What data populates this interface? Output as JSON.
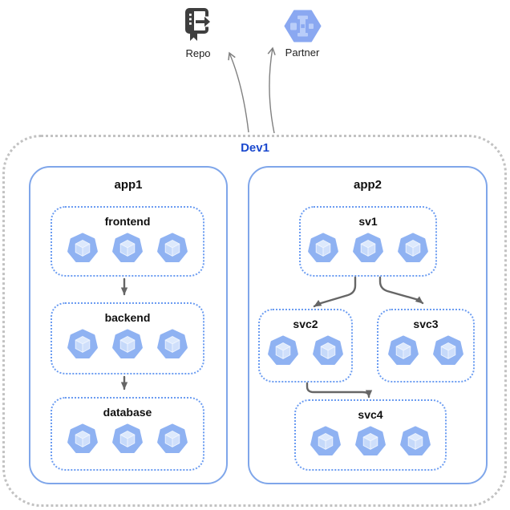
{
  "external_nodes": [
    {
      "id": "repo",
      "label": "Repo",
      "icon": "source-repository-icon"
    },
    {
      "id": "partner",
      "label": "Partner",
      "icon": "partner-hexagon-icon"
    }
  ],
  "environment": {
    "label": "Dev1"
  },
  "apps": [
    {
      "title": "app1",
      "services": [
        {
          "name": "frontend",
          "pods": 3
        },
        {
          "name": "backend",
          "pods": 3
        },
        {
          "name": "database",
          "pods": 3
        }
      ]
    },
    {
      "title": "app2",
      "services": [
        {
          "name": "sv1",
          "pods": 3
        },
        {
          "name": "svc2",
          "pods": 2
        },
        {
          "name": "svc3",
          "pods": 2
        },
        {
          "name": "svc4",
          "pods": 3
        }
      ]
    }
  ],
  "edges": [
    {
      "from": "frontend",
      "to": "backend"
    },
    {
      "from": "backend",
      "to": "database"
    },
    {
      "from": "sv1",
      "to": "svc2"
    },
    {
      "from": "sv1",
      "to": "svc3"
    },
    {
      "from": "svc2",
      "to": "svc4"
    },
    {
      "from": "Dev1",
      "to": "Repo"
    },
    {
      "from": "Dev1",
      "to": "Partner"
    }
  ],
  "colors": {
    "env-label-color": "#1b49ce",
    "boundary-border": "#c2c2c2",
    "app-border": "#7fa6ea",
    "service-border": "#6b9cf1",
    "pod-fill": "#8fb2f2",
    "hexagon-fill": "#8aa8f1",
    "hexagon-inner": "#b9cdf9",
    "repo-icon-color": "#3e3e3e",
    "edge-color": "#666666",
    "thin-edge-color": "#808080"
  }
}
